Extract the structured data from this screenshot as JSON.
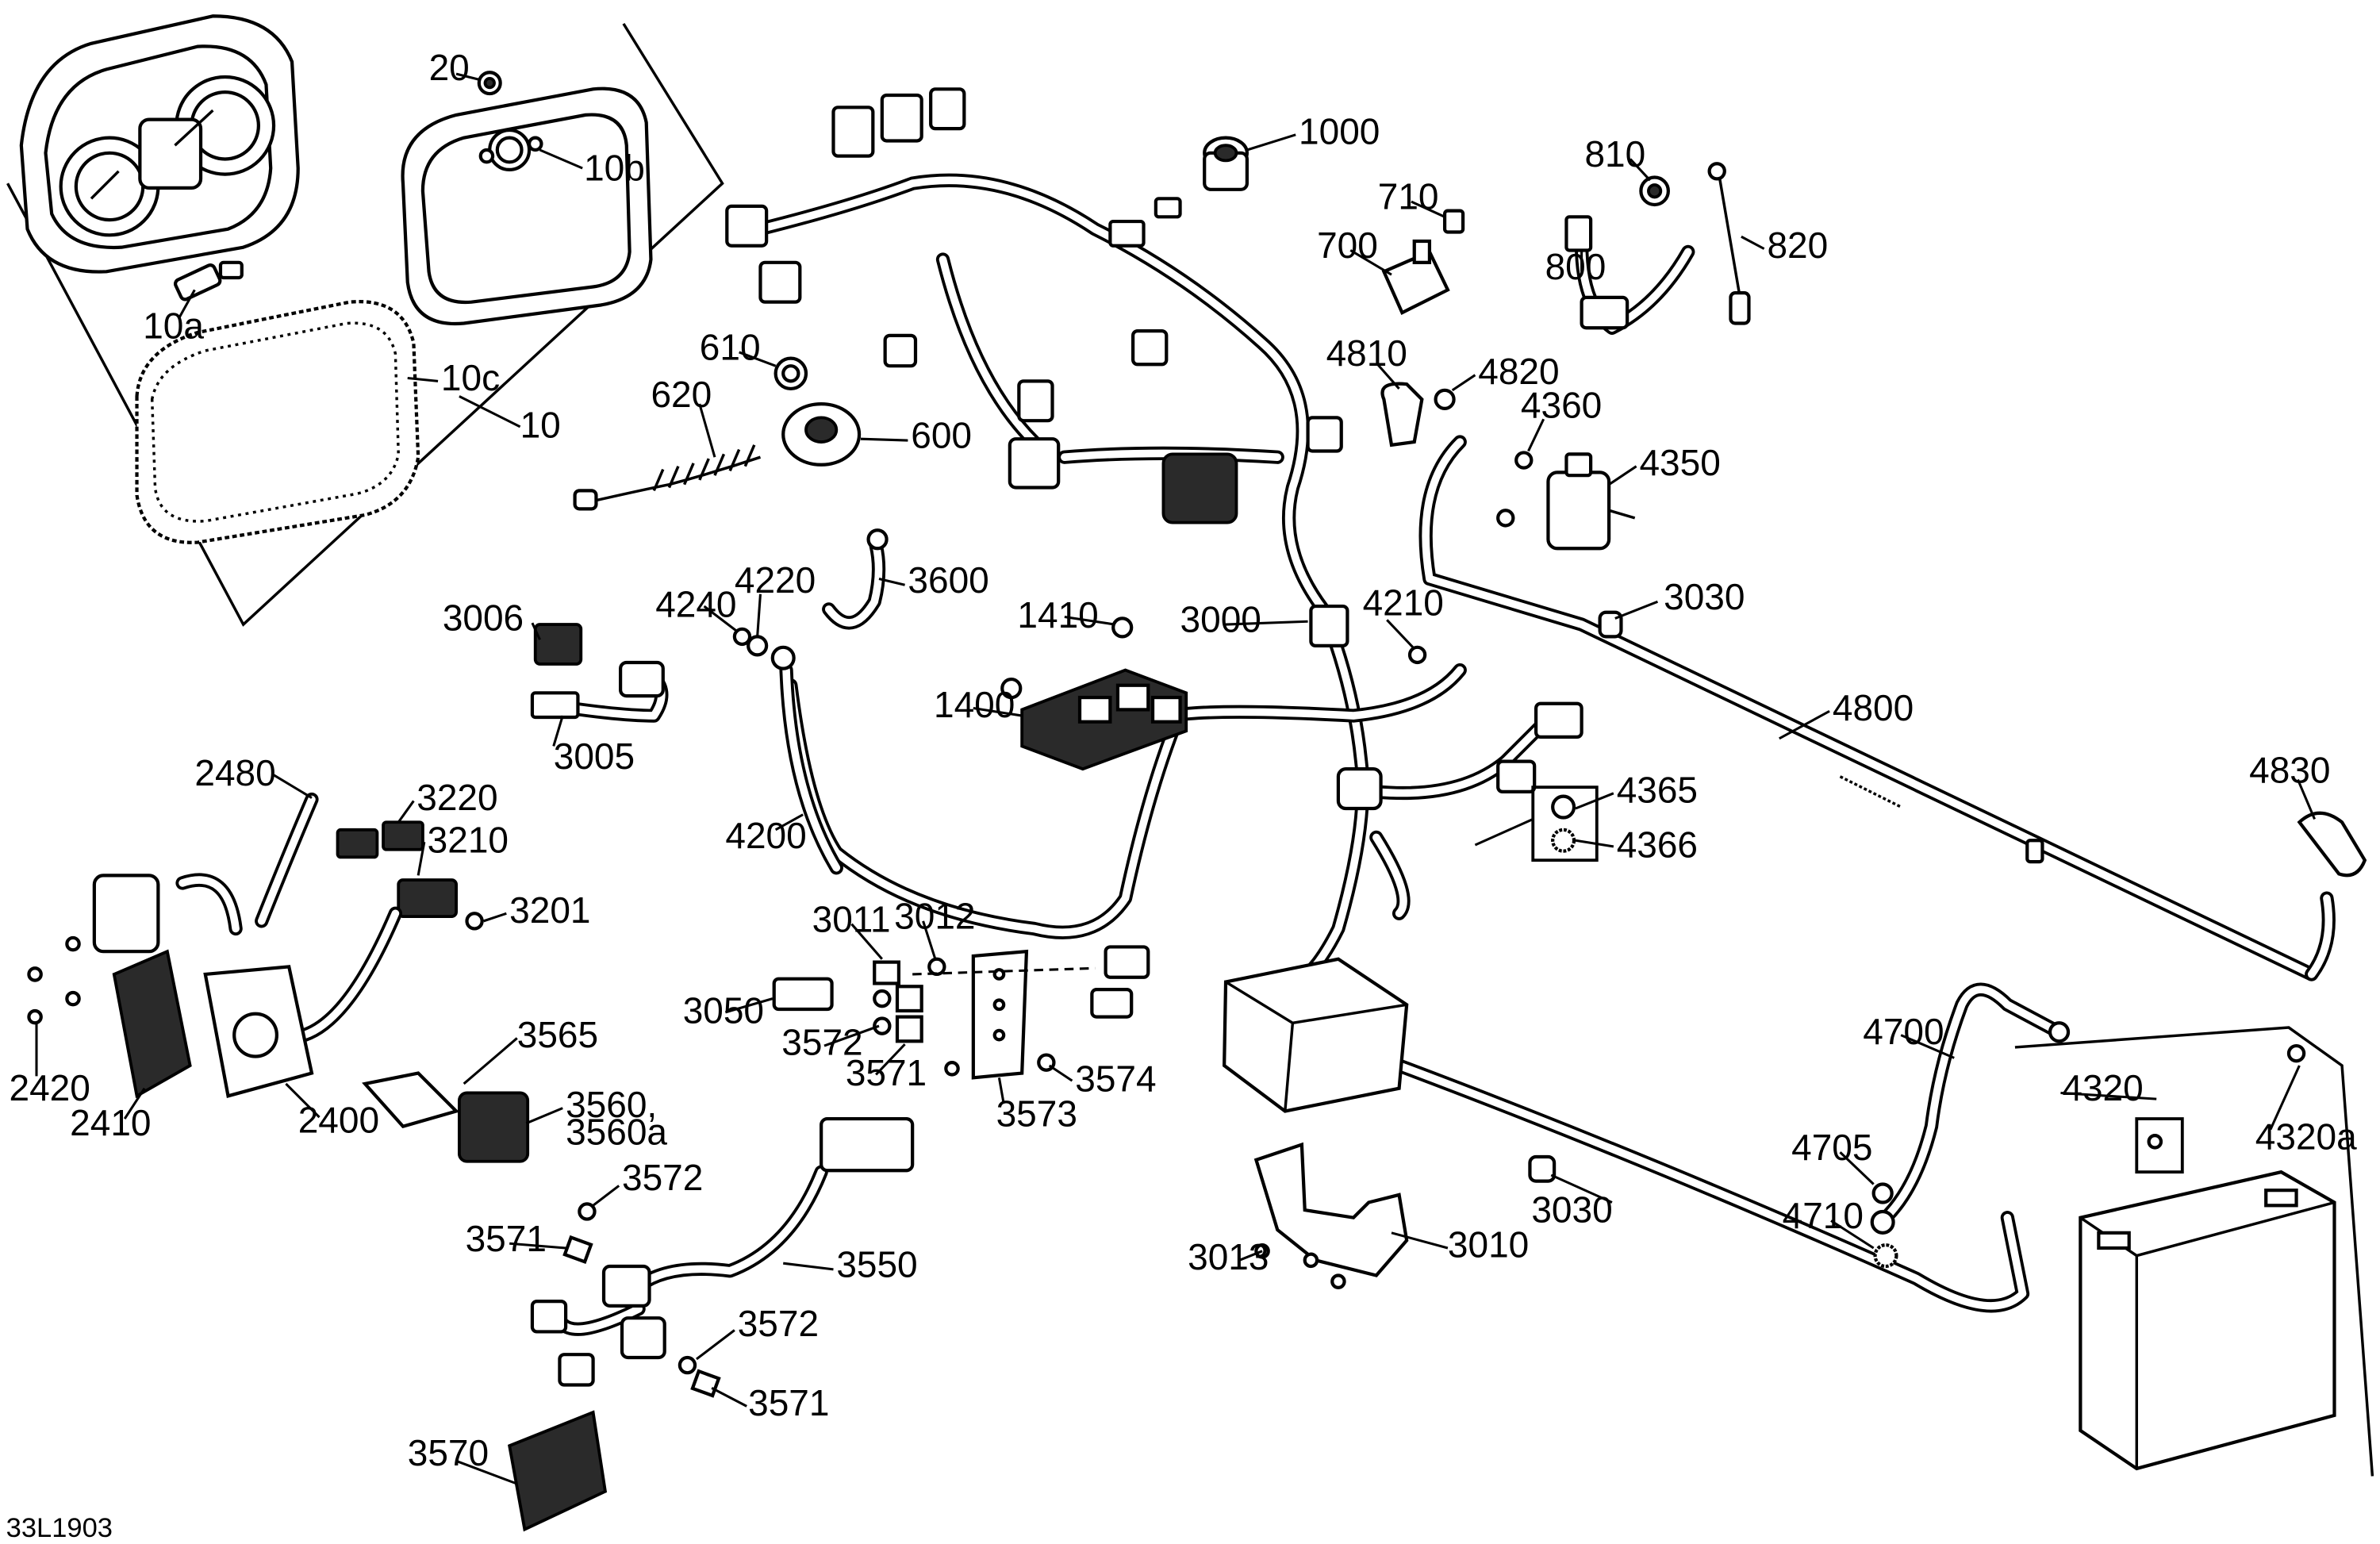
{
  "diagram_id": "33L1903",
  "callouts": {
    "c20": "20",
    "c10b": "10b",
    "c10a": "10a",
    "c10c": "10c",
    "c10": "10",
    "c1000": "1000",
    "c710": "710",
    "c700": "700",
    "c810": "810",
    "c800": "800",
    "c820": "820",
    "c610": "610",
    "c620": "620",
    "c600": "600",
    "c4810": "4810",
    "c4820": "4820",
    "c4360": "4360",
    "c4350": "4350",
    "c3600": "3600",
    "c4240": "4240",
    "c4220": "4220",
    "c3006": "3006",
    "c3005": "3005",
    "c1410": "1410",
    "c1400": "1400",
    "c3000": "3000",
    "c4210": "4210",
    "c3030a": "3030",
    "c3030b": "3030",
    "c4800": "4800",
    "c4365": "4365",
    "c4366": "4366",
    "c4830": "4830",
    "c2480": "2480",
    "c3220": "3220",
    "c3210": "3210",
    "c3201": "3201",
    "c4200": "4200",
    "c3011": "3011",
    "c3012": "3012",
    "c3050": "3050",
    "c3572a": "3572",
    "c3571a": "3571",
    "c3573": "3573",
    "c3574": "3574",
    "c2420": "2420",
    "c2410": "2410",
    "c2400": "2400",
    "c3565": "3565",
    "c3560": "3560,",
    "c3560a": "3560a",
    "c4700": "4700",
    "c4320": "4320",
    "c4320a": "4320a",
    "c4705": "4705",
    "c4710": "4710",
    "c3572b": "3572",
    "c3571b": "3571",
    "c3550": "3550",
    "c3013": "3013",
    "c3010": "3010",
    "c3572c": "3572",
    "c3571c": "3571",
    "c3570": "3570"
  }
}
